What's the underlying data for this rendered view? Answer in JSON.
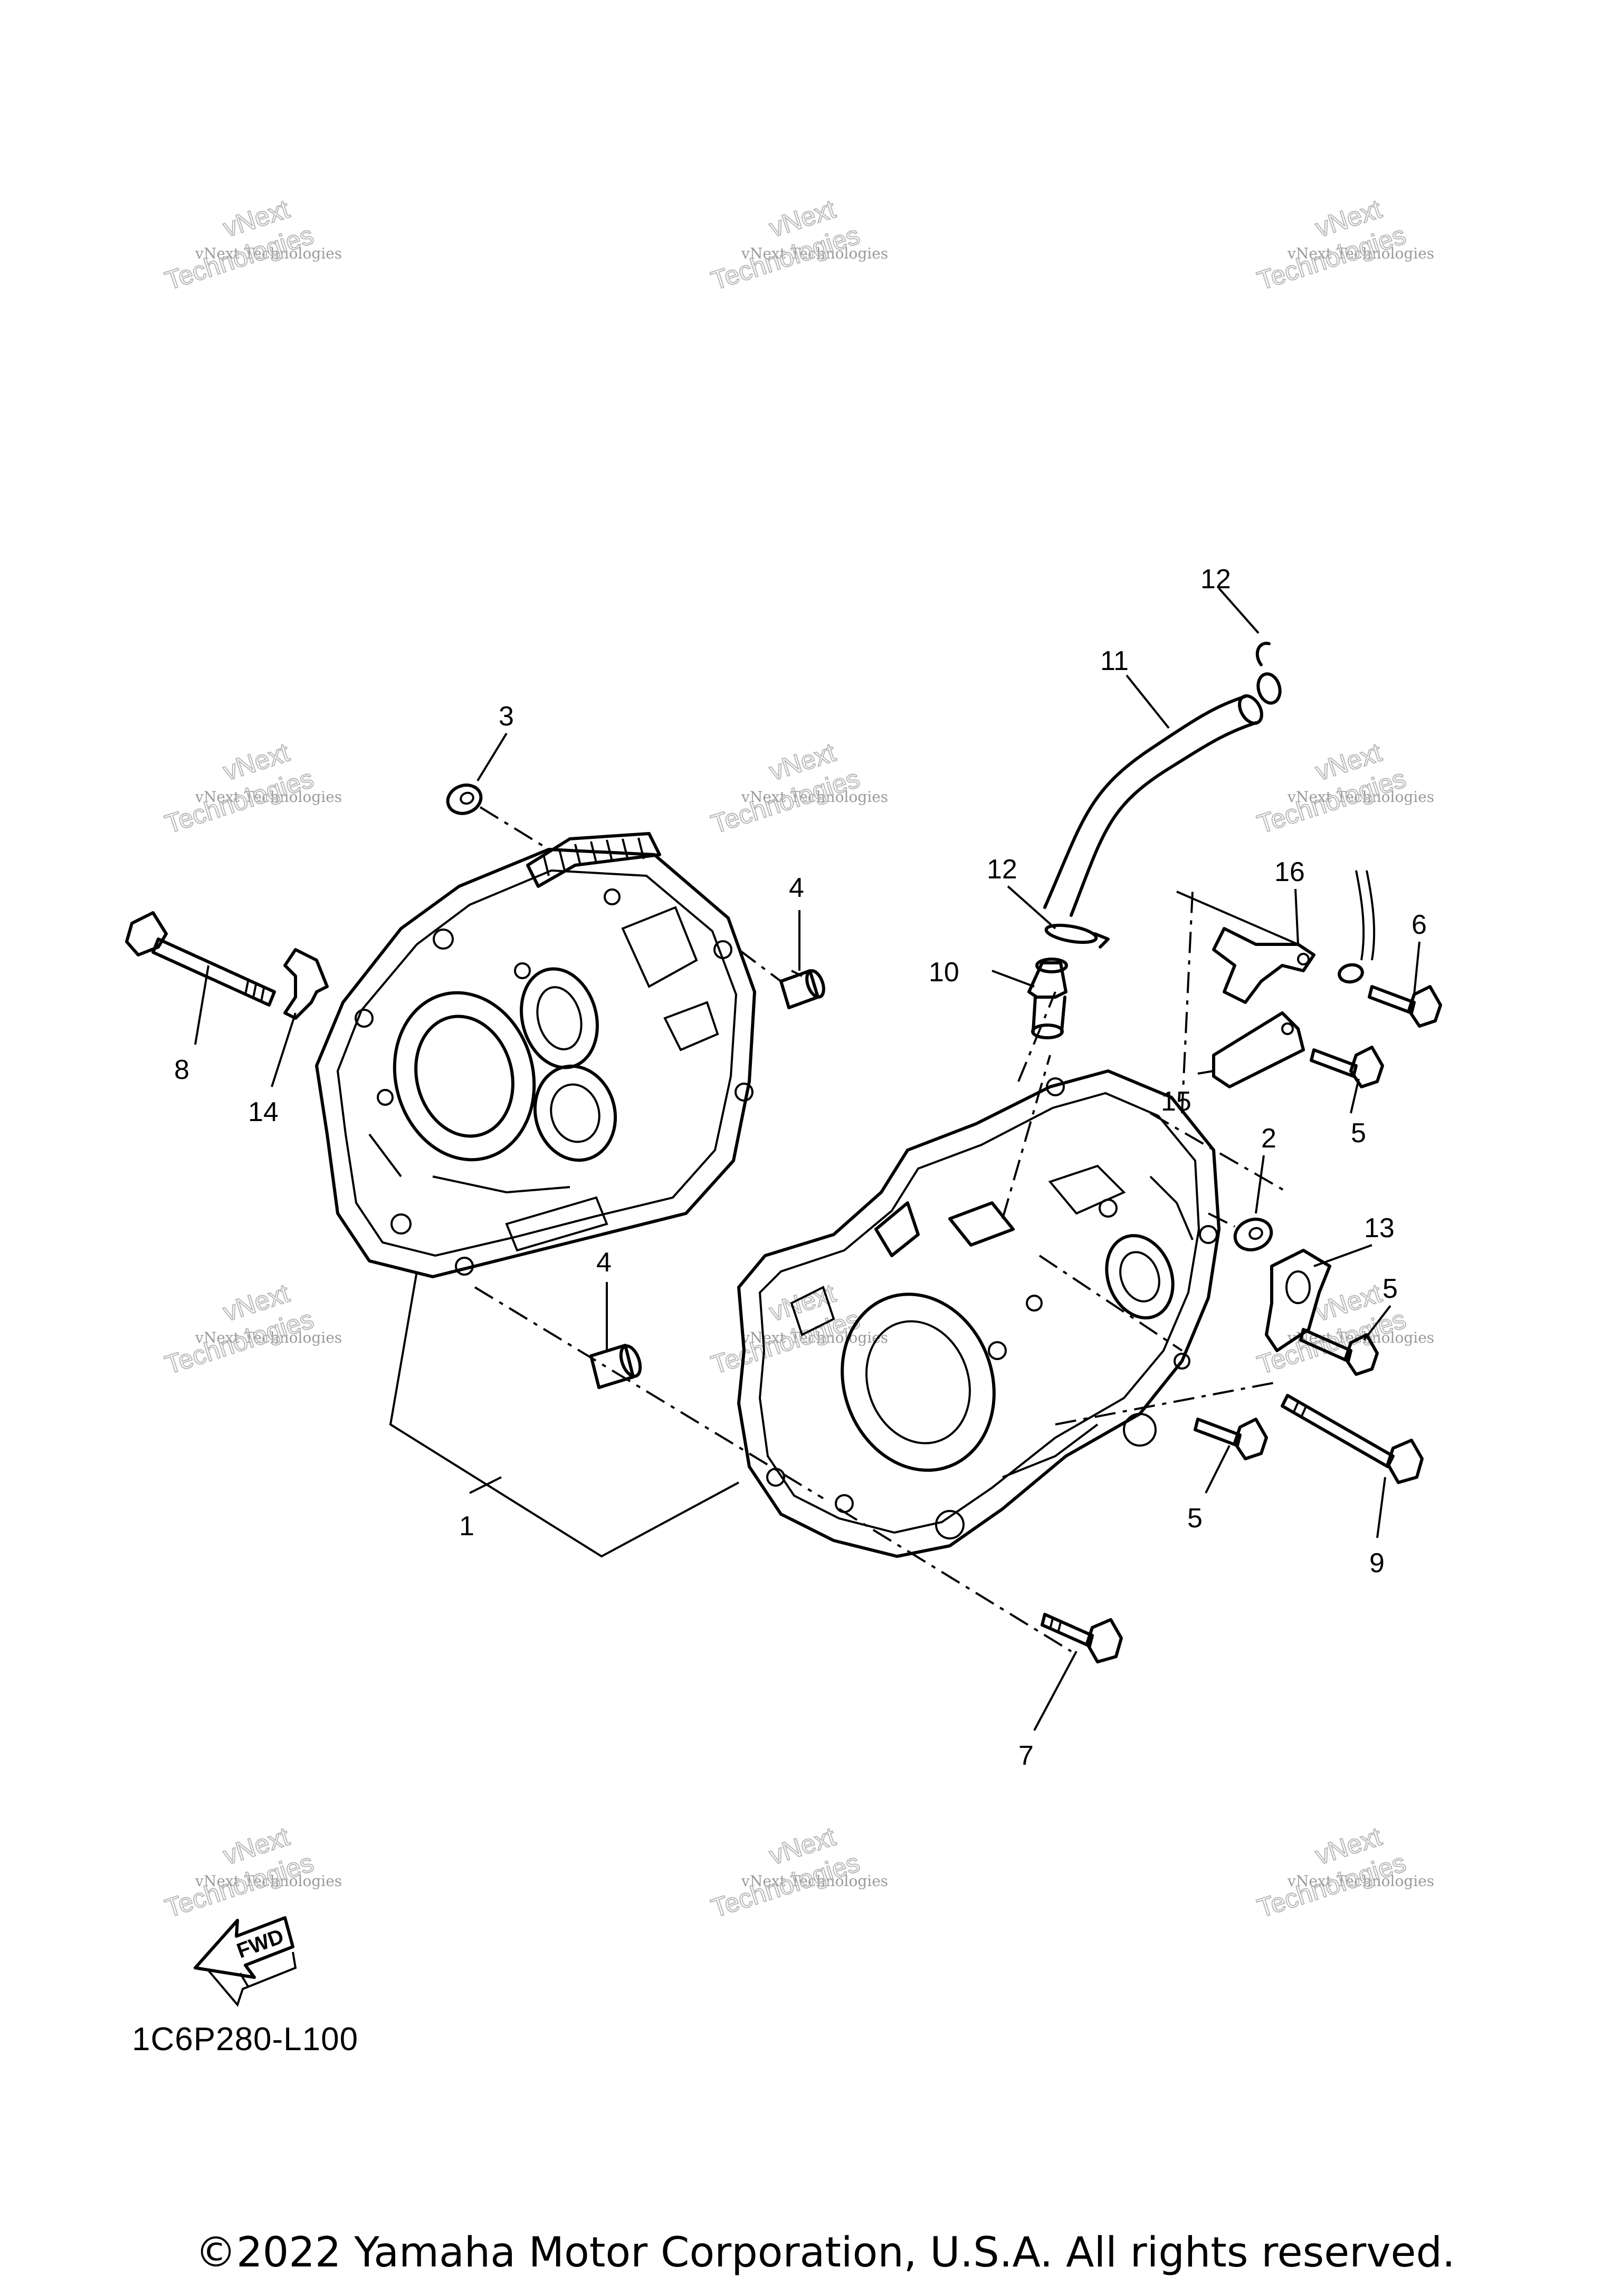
{
  "watermark": {
    "line1": "vNext Technologies",
    "line2": "vNext",
    "line3": "Technologies"
  },
  "callouts": {
    "c1": "1",
    "c2": "2",
    "c3": "3",
    "c4a": "4",
    "c4b": "4",
    "c5a": "5",
    "c5b": "5",
    "c5c": "5",
    "c6": "6",
    "c7": "7",
    "c8": "8",
    "c9": "9",
    "c10": "10",
    "c11": "11",
    "c12a": "12",
    "c12b": "12",
    "c13": "13",
    "c14": "14",
    "c15": "15",
    "c16": "16"
  },
  "fwd_label": "FWD",
  "diagram_code": "1C6P280-L100",
  "copyright": "©2022 Yamaha Motor Corporation, U.S.A. All rights reserved.",
  "colors": {
    "line": "#000000",
    "watermark": "#9a9a9a",
    "background": "#ffffff"
  }
}
